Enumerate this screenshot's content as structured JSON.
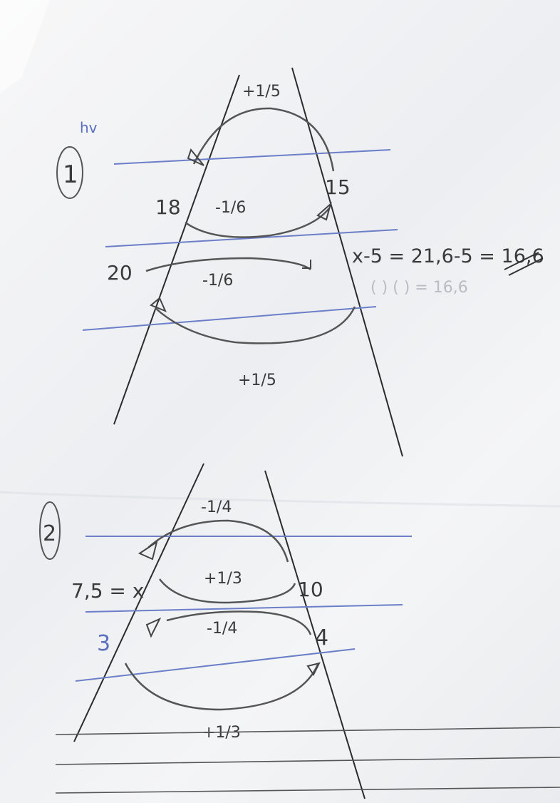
{
  "document": {
    "label": "hv",
    "problem1": {
      "number": "1",
      "left_top": "18",
      "left_mid": "20",
      "right_top": "15",
      "ops": {
        "top": "+1/5",
        "upper_mid": "-1/6",
        "lower_mid": "-1/6",
        "bottom": "+1/5"
      },
      "equation": "x-5 = 21,6-5 = 16,6",
      "faint_text": "( ) ( ) = 16,6"
    },
    "problem2": {
      "number": "2",
      "answer": "7,5 = x",
      "right_top": "10",
      "left_bottom": "3",
      "right_bottom": "4",
      "ops": {
        "top": "-1/4",
        "upper_mid": "+1/3",
        "lower_mid": "-1/4",
        "bottom": "+1/3"
      }
    }
  },
  "colors": {
    "paper": "#f3f4f6",
    "pencil": "#3a3a3a",
    "blue_pen": "#5a6fc0"
  }
}
